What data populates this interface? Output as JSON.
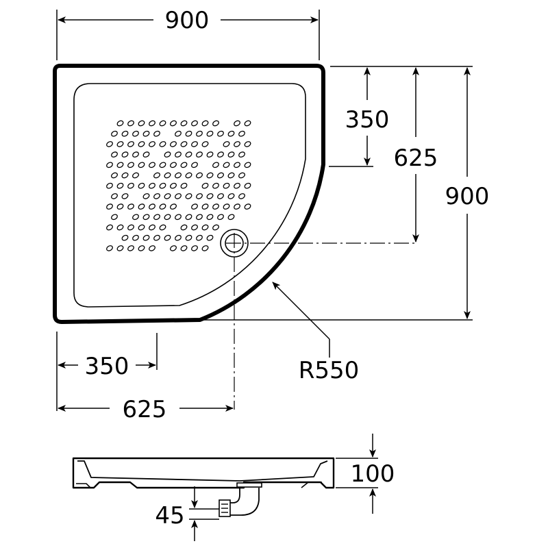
{
  "diagram": {
    "top_view": {
      "width_label": "900",
      "height_label": "900",
      "drain_offset_x_label": "625",
      "drain_offset_y_label": "625",
      "straight_edge_x_label": "350",
      "straight_edge_y_label": "350",
      "radius_label": "R550"
    },
    "side_view": {
      "height_label": "100",
      "drain_depth_label": "45"
    }
  },
  "colors": {
    "line": "#000000",
    "background": "#ffffff"
  }
}
